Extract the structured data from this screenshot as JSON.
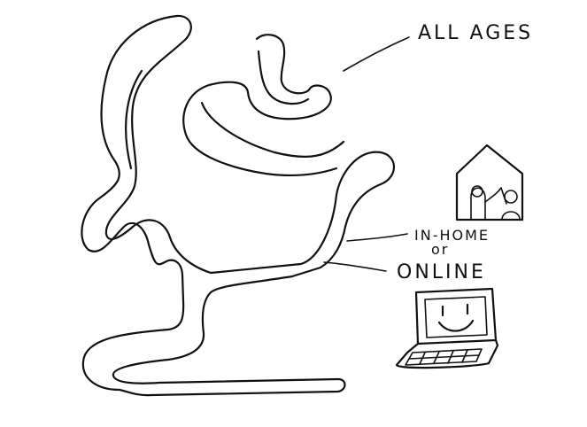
{
  "labels": {
    "all_ages": "ALL AGES",
    "in_home": "IN-HOME",
    "or": "or",
    "online": "ONLINE"
  }
}
